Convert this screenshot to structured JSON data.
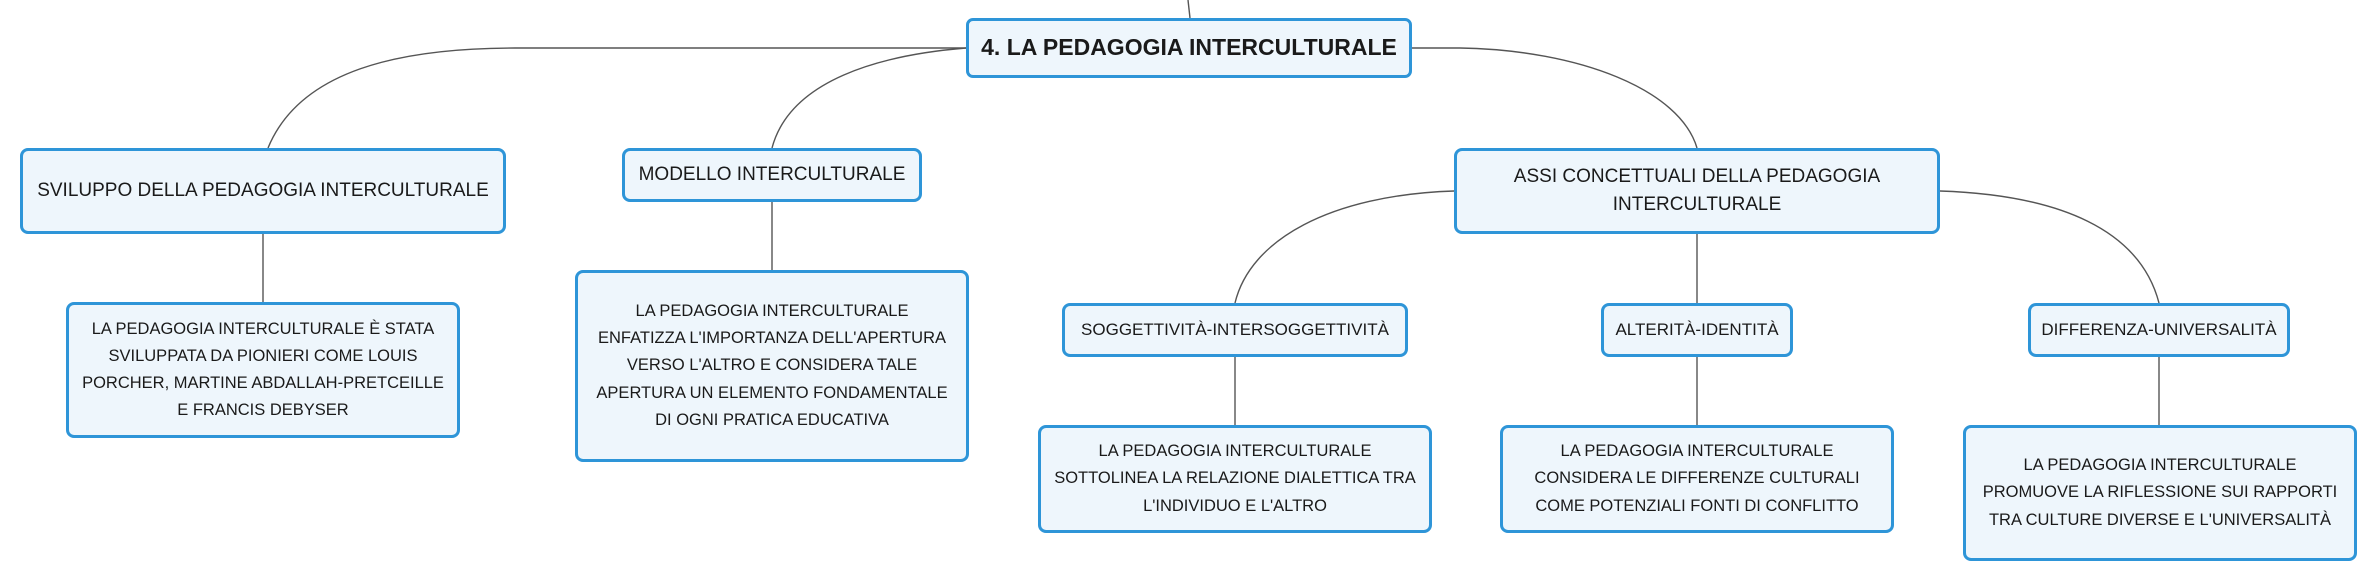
{
  "map": {
    "root": {
      "title": "4. LA PEDAGOGIA INTERCULTURALE"
    },
    "branches": [
      {
        "label": "SVILUPPO DELLA PEDAGOGIA INTERCULTURALE",
        "children": [
          {
            "text": "LA PEDAGOGIA INTERCULTURALE È STATA SVILUPPATA DA PIONIERI COME LOUIS PORCHER, MARTINE ABDALLAH-PRETCEILLE E FRANCIS DEBYSER"
          }
        ]
      },
      {
        "label": "MODELLO INTERCULTURALE",
        "children": [
          {
            "text": "LA PEDAGOGIA INTERCULTURALE ENFATIZZA L'IMPORTANZA DELL'APERTURA VERSO L'ALTRO E CONSIDERA TALE APERTURA UN ELEMENTO FONDAMENTALE DI OGNI PRATICA EDUCATIVA"
          }
        ]
      },
      {
        "label": "ASSI CONCETTUALI DELLA PEDAGOGIA INTERCULTURALE",
        "children": [
          {
            "label": "SOGGETTIVITÀ-INTERSOGGETTIVITÀ",
            "text": "LA PEDAGOGIA INTERCULTURALE SOTTOLINEA LA RELAZIONE DIALETTICA TRA L'INDIVIDUO E L'ALTRO"
          },
          {
            "label": "ALTERITÀ-IDENTITÀ",
            "text": "LA PEDAGOGIA INTERCULTURALE CONSIDERA LE DIFFERENZE CULTURALI COME POTENZIALI FONTI DI CONFLITTO"
          },
          {
            "label": "DIFFERENZA-UNIVERSALITÀ",
            "text": "LA PEDAGOGIA INTERCULTURALE PROMUOVE LA RIFLESSIONE SUI RAPPORTI TRA CULTURE DIVERSE E L'UNIVERSALITÀ"
          }
        ]
      }
    ]
  },
  "colors": {
    "node_border": "#2e95d8",
    "node_fill": "#eef6fc",
    "connector": "#555555",
    "text": "#1a1a1a"
  }
}
